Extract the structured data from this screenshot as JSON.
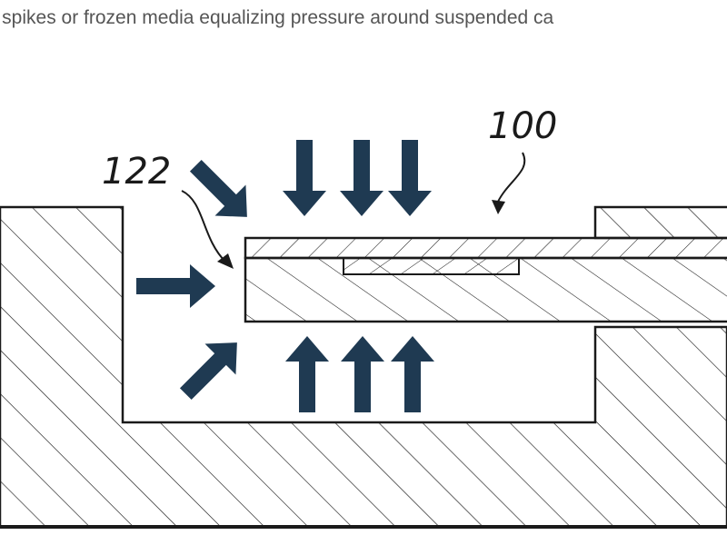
{
  "caption": "ure spikes or frozen media equalizing pressure around suspended ca",
  "labels": {
    "assembly": "100",
    "edge": "122"
  },
  "colors": {
    "arrow": "#1f3a52",
    "line": "#1a1a1a",
    "background": "#ffffff"
  },
  "arrows": [
    {
      "name": "arrow-top-left-diagonal",
      "direction": "down-right"
    },
    {
      "name": "arrow-left-horizontal",
      "direction": "right"
    },
    {
      "name": "arrow-bottom-left-diagonal",
      "direction": "up-right"
    },
    {
      "name": "arrow-down-1",
      "direction": "down"
    },
    {
      "name": "arrow-down-2",
      "direction": "down"
    },
    {
      "name": "arrow-down-3",
      "direction": "down"
    },
    {
      "name": "arrow-up-1",
      "direction": "up"
    },
    {
      "name": "arrow-up-2",
      "direction": "up"
    },
    {
      "name": "arrow-up-3",
      "direction": "up"
    }
  ]
}
